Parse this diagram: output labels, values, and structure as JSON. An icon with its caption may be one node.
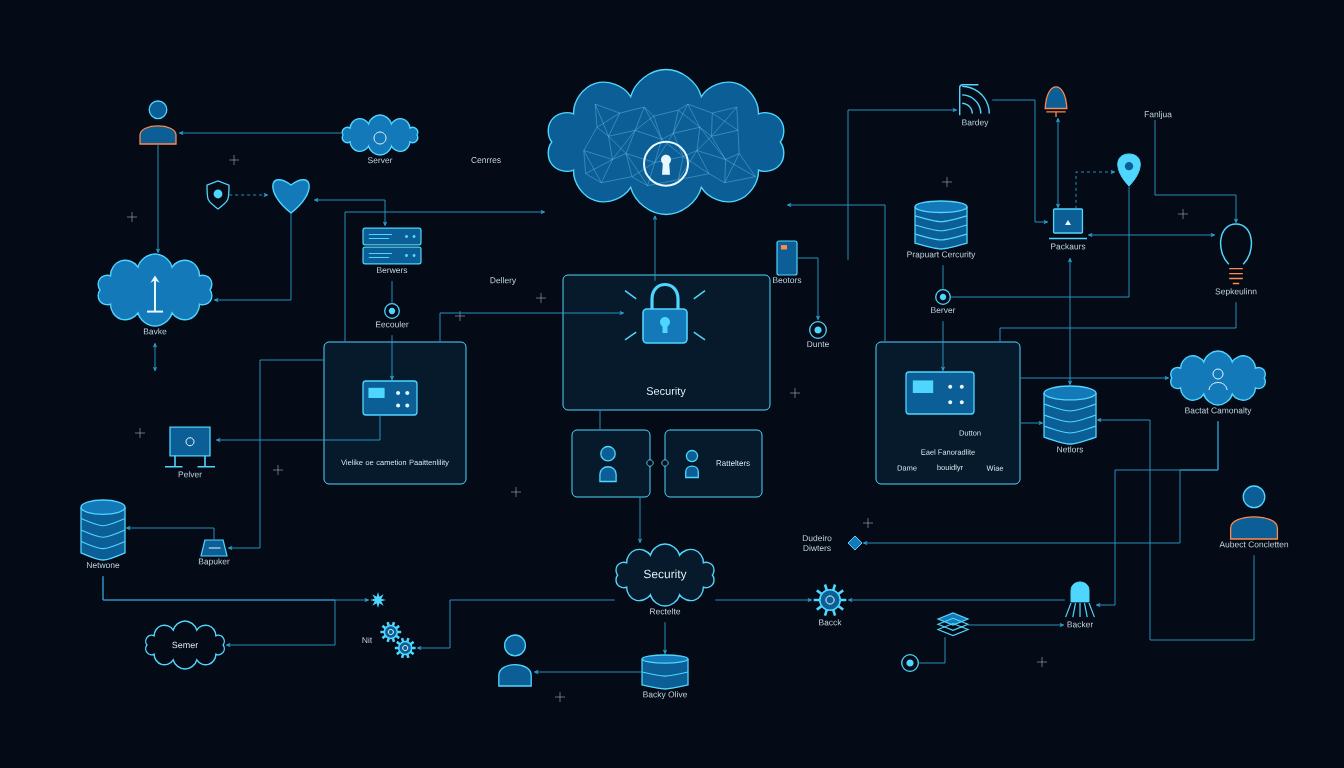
{
  "diagram": {
    "nodes": [
      {
        "text": [],
        "shape": "person"
      },
      {
        "text": [
          "Server"
        ]
      },
      {
        "text": [],
        "shape": "cloud"
      },
      {
        "text": [
          "Bardey"
        ]
      },
      {
        "text": [],
        "shape": "picture"
      },
      {
        "text": [
          "Fanljua"
        ]
      },
      {
        "text": [],
        "shape": "picture"
      },
      {
        "text": [],
        "shape": "picture"
      },
      {
        "text": [],
        "shape": "picture"
      },
      {
        "text": [
          "Berwers"
        ]
      },
      {
        "text": [
          "Prapuart Cercurity"
        ]
      },
      {
        "text": [
          "Packaurs"
        ]
      },
      {
        "text": [
          "Sepkeulinn"
        ]
      },
      {
        "text": [
          "Beotors"
        ]
      },
      {
        "text": [
          "Bavke"
        ]
      },
      {
        "text": [
          "Berver"
        ]
      },
      {
        "text": [
          "Eecouler"
        ]
      },
      {
        "text": [
          "Security"
        ]
      },
      {
        "text": [],
        "shape": "picture",
        "in": 17
      },
      {
        "text": [
          "Dunte"
        ]
      },
      {
        "text": [
          "Vielike oe cametion Paaittenlility"
        ]
      },
      {
        "text": [],
        "shape": "picture",
        "in": 20
      },
      {
        "text": [
          "Dutton",
          "Eael Fanoradlite",
          "Dame",
          "bouidlyr",
          "Wiae"
        ]
      },
      {
        "text": [],
        "shape": "picture",
        "in": 22
      },
      {
        "text": [
          "Bactat Camonalty"
        ]
      },
      {
        "text": [
          "Netlors"
        ]
      },
      {
        "text": [
          "Pelver"
        ]
      },
      {
        "text": [],
        "shape": "box"
      },
      {
        "text": [],
        "shape": "person",
        "in": 27
      },
      {
        "text": [
          "Rattelters"
        ]
      },
      {
        "text": [],
        "shape": "person",
        "in": 29
      },
      {
        "text": [
          "Aubect Concletten"
        ]
      },
      {
        "text": [
          "Netwone"
        ]
      },
      {
        "text": [
          "Bapuker"
        ]
      },
      {
        "text": [
          "Dudeiro Diwters"
        ]
      },
      {
        "text": [
          "Security",
          "Rectelte"
        ]
      },
      {
        "text": [],
        "shape": "picture"
      },
      {
        "text": [
          "Bacck"
        ]
      },
      {
        "text": [
          "Backer"
        ]
      },
      {
        "text": [],
        "shape": "picture"
      },
      {
        "text": [
          "Semer"
        ]
      },
      {
        "text": [
          "Nit"
        ]
      },
      {
        "text": [],
        "shape": "person"
      },
      {
        "text": [
          "Backy Olive"
        ]
      },
      {
        "text": [],
        "shape": "circle"
      }
    ],
    "edges": [
      {
        "from": 1,
        "to": 0,
        "arrow": "to"
      },
      {
        "from": 0,
        "to": 14,
        "arrow": "to"
      },
      {
        "from": 6,
        "to": 7,
        "arrow": "to",
        "style": "dashed"
      },
      {
        "from": 7,
        "to": 9,
        "arrow": "both"
      },
      {
        "from": 7,
        "to": 14,
        "arrow": "to"
      },
      {
        "from": 9,
        "to": 16,
        "arrow": "none"
      },
      {
        "from": 16,
        "to": 21,
        "arrow": "to"
      },
      {
        "from": 20,
        "to": 2,
        "arrow": "to"
      },
      {
        "from": 18,
        "to": 2,
        "arrow": "to"
      },
      {
        "from": 22,
        "to": 2,
        "arrow": "to"
      },
      {
        "from": 3,
        "to": 11,
        "arrow": "to"
      },
      {
        "from": 4,
        "to": 11,
        "arrow": "both"
      },
      {
        "from": 11,
        "to": 8,
        "arrow": "to",
        "style": "dashed"
      },
      {
        "from": 5,
        "to": 12,
        "arrow": "to"
      },
      {
        "from": 11,
        "to": 12,
        "arrow": "both"
      },
      {
        "from": 8,
        "to": 15,
        "arrow": "none"
      },
      {
        "from": 10,
        "to": 15,
        "arrow": "none"
      },
      {
        "from": 15,
        "to": 23,
        "arrow": "to"
      },
      {
        "from": null,
        "to": 3,
        "arrow": "to"
      },
      {
        "from": 13,
        "to": 19,
        "arrow": "to"
      },
      {
        "from": 12,
        "to": 22,
        "arrow": "none"
      },
      {
        "from": 11,
        "to": 25,
        "arrow": "both"
      },
      {
        "from": 22,
        "to": 24,
        "arrow": "to"
      },
      {
        "from": 21,
        "to": 26,
        "arrow": "to"
      },
      {
        "from": 33,
        "to": 32,
        "arrow": "to"
      },
      {
        "from": 20,
        "to": 33,
        "arrow": "to"
      },
      {
        "from": 32,
        "to": 36,
        "arrow": "to"
      },
      {
        "from": 32,
        "to": 40,
        "arrow": "to"
      },
      {
        "from": 35,
        "to": 41,
        "arrow": "to"
      },
      {
        "from": 27,
        "to": 35,
        "arrow": "to"
      },
      {
        "from": 17,
        "to": 27,
        "arrow": "none"
      },
      {
        "from": 35,
        "to": 43,
        "arrow": "to"
      },
      {
        "from": 43,
        "to": 42,
        "arrow": "to"
      },
      {
        "from": 35,
        "to": 37,
        "arrow": "to"
      },
      {
        "from": 38,
        "to": 37,
        "arrow": "to"
      },
      {
        "from": 39,
        "to": 38,
        "arrow": "to"
      },
      {
        "from": 44,
        "to": 39,
        "arrow": "none"
      },
      {
        "from": 31,
        "to": 25,
        "arrow": "to"
      },
      {
        "from": 24,
        "to": 38,
        "arrow": "to"
      },
      {
        "from": 24,
        "to": 34,
        "arrow": "to"
      },
      {
        "from": 22,
        "to": 25,
        "arrow": "to"
      },
      {
        "from": 14,
        "to": null,
        "arrow": "both"
      },
      {
        "from": 20,
        "to": 18,
        "arrow": "to"
      }
    ],
    "labels": [
      "Cenrres",
      "Dellery"
    ]
  }
}
